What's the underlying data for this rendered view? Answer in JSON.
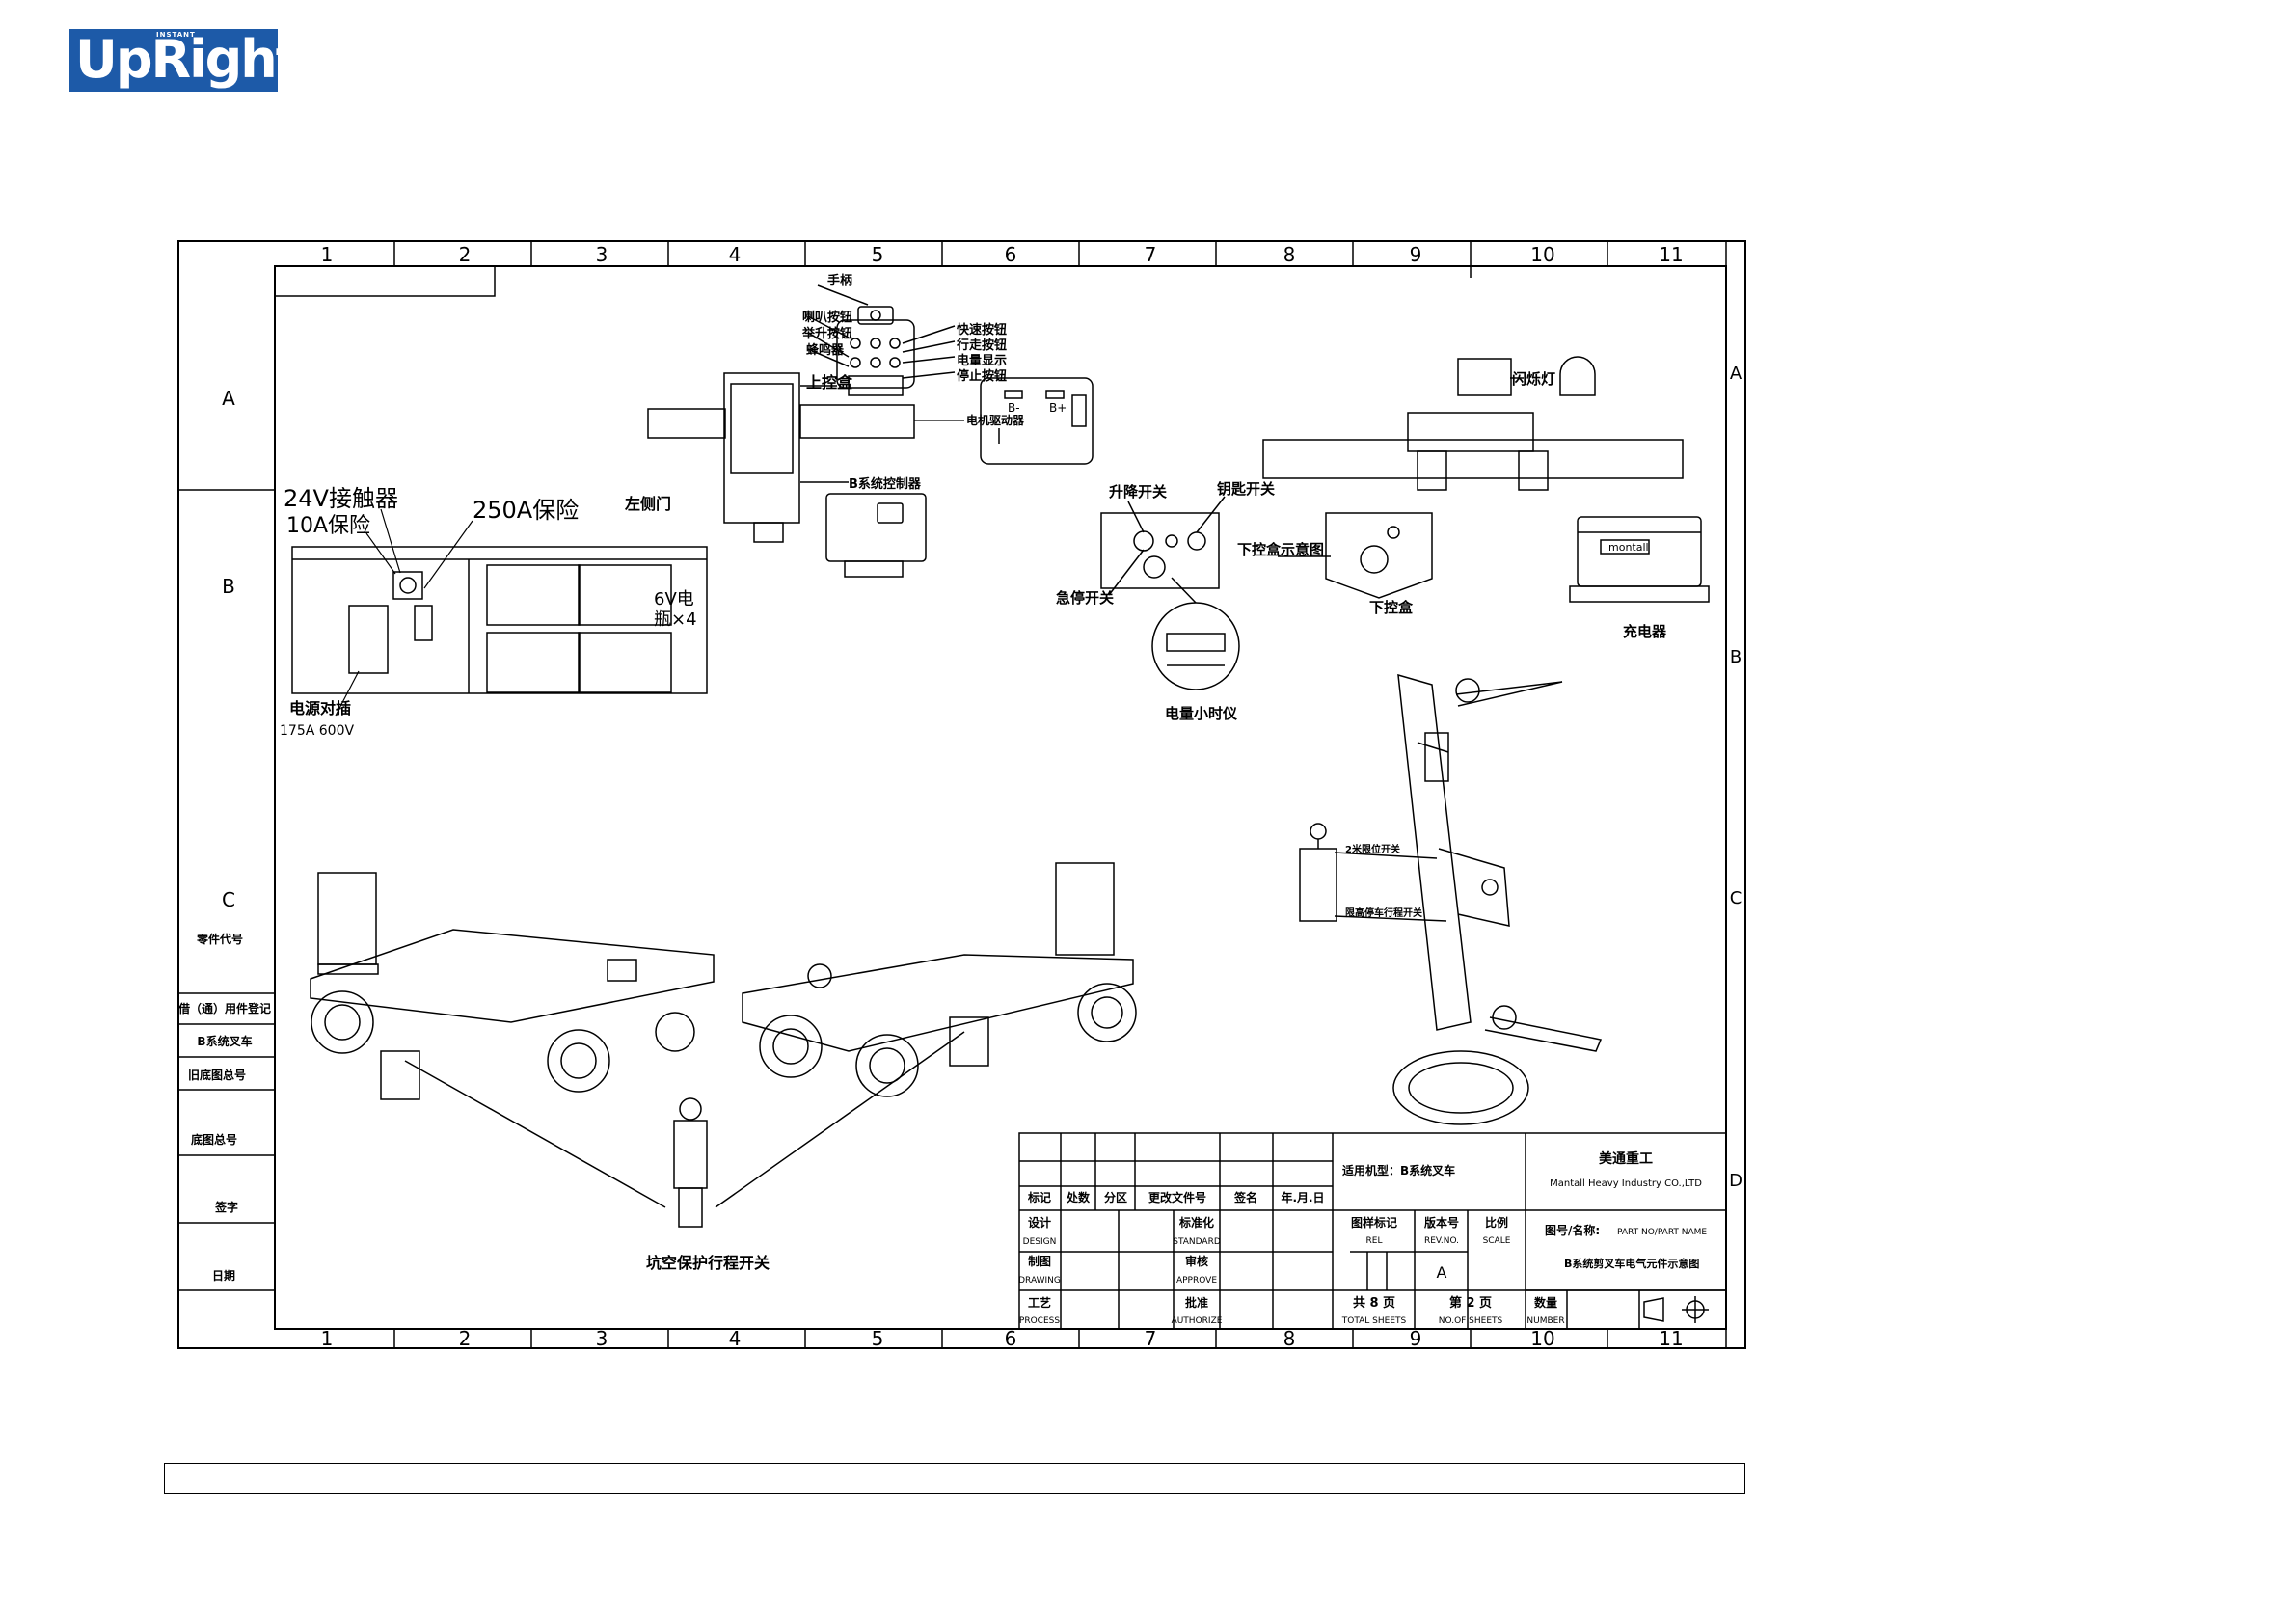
{
  "logo": {
    "brand": "UpRight",
    "tag": "INSTANT"
  },
  "grid": {
    "columns": [
      "1",
      "2",
      "3",
      "4",
      "5",
      "6",
      "7",
      "8",
      "9",
      "10",
      "11"
    ],
    "rows_left": [
      "A",
      "B",
      "C"
    ],
    "rows_right": [
      "A",
      "B",
      "C",
      "D"
    ]
  },
  "left_strip": {
    "part_code": "零件代号",
    "used_in": "借（通）用件登记",
    "model": "B系统叉车",
    "old_drawing": "旧底图总号",
    "drawing_no": "底图总号",
    "signature": "签字",
    "date": "日期"
  },
  "labels": {
    "handle": "手柄",
    "horn_button": "喇叭按钮",
    "lift_button": "举升按钮",
    "buzzer": "蜂鸣器",
    "fast_button": "快速按钮",
    "walk_button": "行走按钮",
    "charge_display": "电量显示",
    "stop_button": "停止按钮",
    "upper_box": "上控盒",
    "motor_driver": "电机驱动器",
    "controller": "B系统控制器",
    "left_door": "左侧门",
    "contactor": "24V接触器",
    "fuse10": "10A保险",
    "fuse250": "250A保险",
    "battery": "6V电",
    "battery_count": "瓶×4",
    "power_plug": "电源对插",
    "plug_spec": "175A 600V",
    "lift_switch": "升降开关",
    "key_switch": "钥匙开关",
    "estop_switch": "急停开关",
    "lower_box_diagram": "下控盒示意图",
    "lower_box": "下控盒",
    "hour_meter": "电量小时仪",
    "flash_lamp": "闪烁灯",
    "charger": "充电器",
    "charger_brand": "montall",
    "b_minus": "B-",
    "b_plus": "B+",
    "pothole_switch": "坑空保护行程开关",
    "limit_switch_2": "2米限位开关",
    "pothole_limit": "限高停车行程开关"
  },
  "title_block": {
    "col_mark": "标记",
    "col_count": "处数",
    "col_zone": "分区",
    "col_doc": "更改文件号",
    "col_sign": "签名",
    "col_date": "年.月.日",
    "design": "设计",
    "design_en": "DESIGN",
    "standard": "标准化",
    "standard_en": "STANDARD",
    "drawing": "制图",
    "drawing_en": "DRAWING",
    "approve": "审核",
    "approve_en": "APPROVE",
    "process": "工艺",
    "process_en": "PROCESS",
    "authorize": "批准",
    "authorize_en": "AUTHORIZE",
    "applicable": "适用机型：",
    "applicable_value": "B系统叉车",
    "company_cn": "美通重工",
    "company_en": "Mantall Heavy Industry CO.,LTD",
    "rel": "图样标记",
    "rel_en": "REL",
    "rev": "版本号",
    "rev_en": "REV.NO.",
    "rev_value": "A",
    "scale": "比例",
    "scale_en": "SCALE",
    "part_label": "图号/名称:",
    "part_label_en": "PART NO/PART NAME",
    "part_name": "B系统剪叉车电气元件示意图",
    "total_sheets": "共 8 页",
    "total_sheets_en": "TOTAL SHEETS",
    "sheet_no": "第 2 页",
    "sheet_no_en": "NO.OF SHEETS",
    "qty": "数量",
    "qty_en": "NUMBER"
  }
}
